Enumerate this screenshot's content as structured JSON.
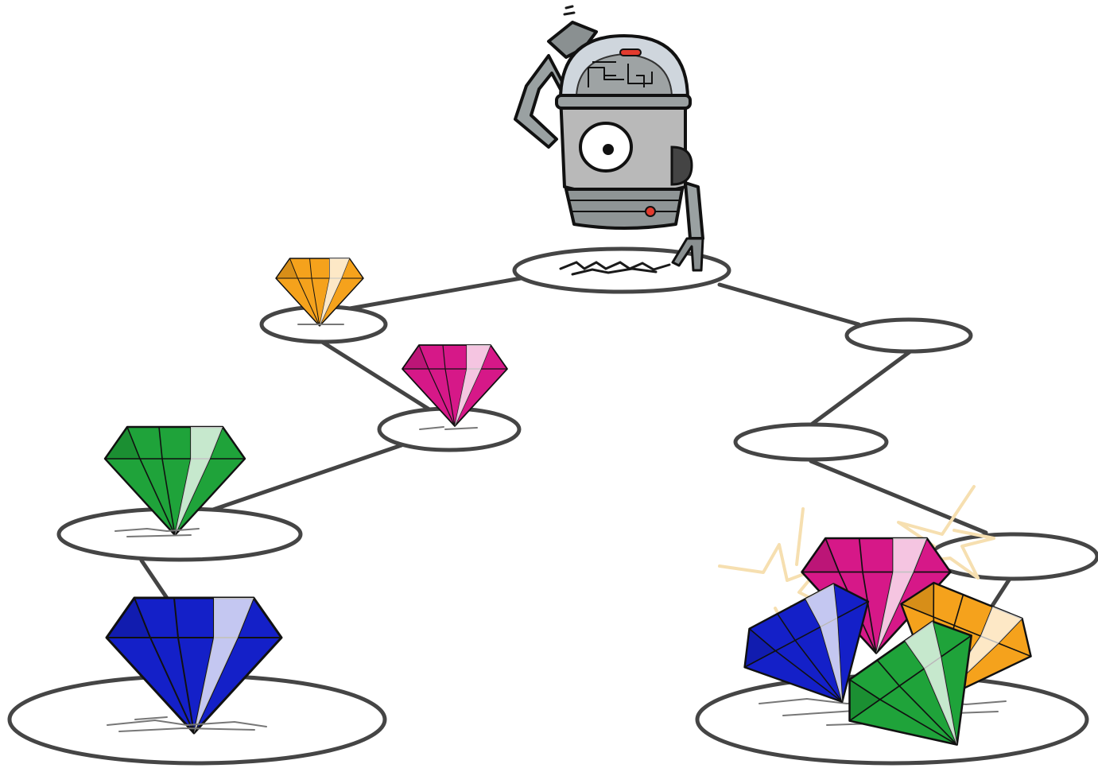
{
  "search_tree": {
    "agent": {
      "icon": "robot-scratching-head-icon"
    },
    "start_node": {
      "id": "root",
      "has_agent": true
    },
    "left_branch": [
      {
        "id": "L1",
        "gem_color": "#f5a21c",
        "gem_name": "orange-gem"
      },
      {
        "id": "L2",
        "gem_color": "#d61888",
        "gem_name": "magenta-gem"
      },
      {
        "id": "L3",
        "gem_color": "#1fa33a",
        "gem_name": "green-gem"
      },
      {
        "id": "L4",
        "gem_color": "#1420c8",
        "gem_name": "blue-gem"
      }
    ],
    "right_branch": [
      {
        "id": "R1",
        "gem_color": null
      },
      {
        "id": "R2",
        "gem_color": null
      },
      {
        "id": "R3",
        "gem_color": null
      },
      {
        "id": "R4",
        "gem_colors": [
          "#d61888",
          "#1420c8",
          "#f5a21c",
          "#1fa33a"
        ],
        "gem_name": "treasure-pile"
      }
    ],
    "colors": {
      "outline": "#444444",
      "sparkle": "#f6dfb0",
      "robot_body": "#b9b9b9",
      "robot_dome": "#cfd6dd"
    }
  }
}
